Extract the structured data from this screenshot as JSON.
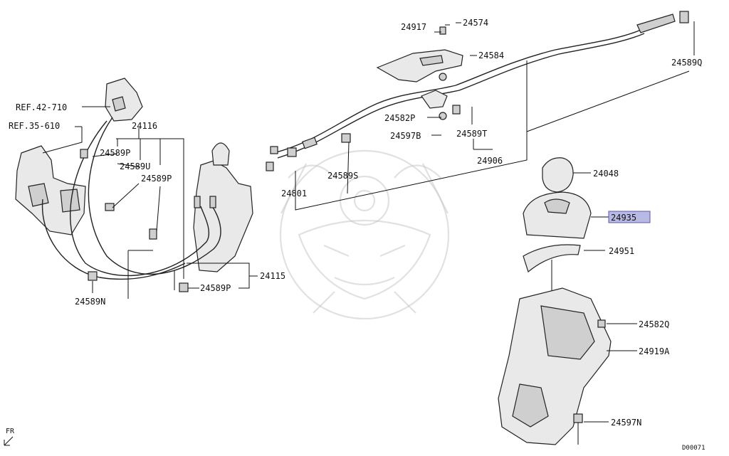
{
  "diagram": {
    "id_code": "D00071",
    "direction_label": "FR",
    "highlight_color": "#b9b9e6",
    "labels": {
      "ref_42_710": "REF.42-710",
      "ref_35_610": "REF.35-610",
      "p24116": "24116",
      "p24589P_a": "24589P",
      "p24589U": "24589U",
      "p24589P_b": "24589P",
      "p24589N": "24589N",
      "p24589P_c": "24589P",
      "p24115": "24115",
      "p24917": "24917",
      "p24574": "24574",
      "p24584": "24584",
      "p24589Q": "24589Q",
      "p24582P": "24582P",
      "p24597B": "24597B",
      "p24589T": "24589T",
      "p24906": "24906",
      "p24589S": "24589S",
      "p24801": "24801",
      "p24048": "24048",
      "p24935": "24935",
      "p24951": "24951",
      "p24582Q": "24582Q",
      "p24919A": "24919A",
      "p24597N": "24597N"
    }
  }
}
